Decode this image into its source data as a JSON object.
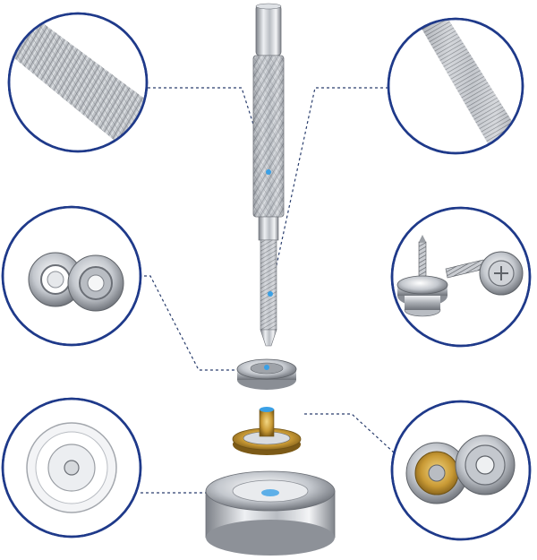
{
  "figure": {
    "colors": {
      "background": "#ffffff",
      "detail_circle_border": "#1f3a8a",
      "leader_line": "#2b3f6e",
      "anchor_dot": "#3aa0e6",
      "steel": "#c9ccd1",
      "brass": "#c99a35"
    },
    "parts": [
      "setting-punch",
      "knurled-grip",
      "snap-cap",
      "snap-stud-with-post",
      "anvil-base"
    ],
    "detail_views": [
      "knurl-texture-closeup",
      "grip-side-closeup",
      "snap-sockets-closeup",
      "screw-studs-closeup",
      "flat-washer-closeup",
      "brass-snap-backs-closeup"
    ]
  }
}
